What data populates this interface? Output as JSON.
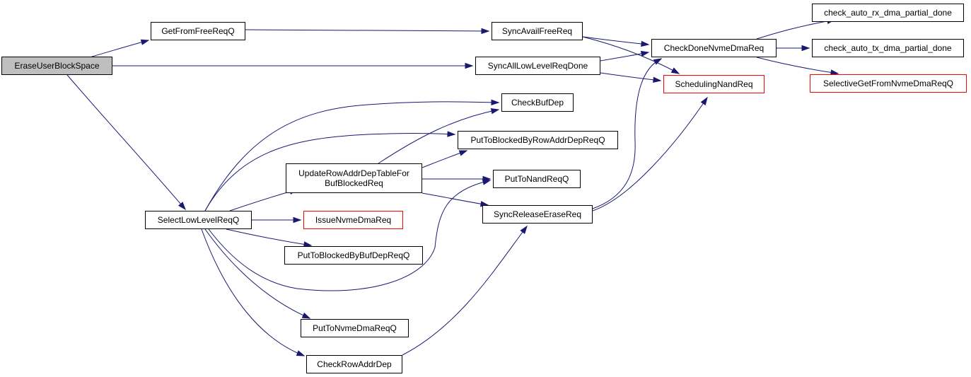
{
  "graph": {
    "edge_color": "#191970",
    "current_node_fill": "#bfbfbf",
    "truncated_node_border": "#ff0000",
    "nodes": {
      "EraseUserBlockSpace": "EraseUserBlockSpace",
      "GetFromFreeReqQ": "GetFromFreeReqQ",
      "SyncAllLowLevelReqDone": "SyncAllLowLevelReqDone",
      "SelectLowLevelReqQ": "SelectLowLevelReqQ",
      "SyncAvailFreeReq": "SyncAvailFreeReq",
      "CheckDoneNvmeDmaReq": "CheckDoneNvmeDmaReq",
      "check_auto_rx_dma_partial_done": "check_auto_rx_dma_partial_done",
      "check_auto_tx_dma_partial_done": "check_auto_tx_dma_partial_done",
      "SelectiveGetFromNvmeDmaReqQ": "SelectiveGetFromNvmeDmaReqQ",
      "SchedulingNandReq": "SchedulingNandReq",
      "CheckBufDep": "CheckBufDep",
      "PutToBlockedByRowAddrDepReqQ": "PutToBlockedByRowAddrDepReqQ",
      "UpdateRowAddrDepTableForBufBlockedReq": [
        "UpdateRowAddrDepTableFor",
        "BufBlockedReq"
      ],
      "PutToNandReqQ": "PutToNandReqQ",
      "SyncReleaseEraseReq": "SyncReleaseEraseReq",
      "IssueNvmeDmaReq": "IssueNvmeDmaReq",
      "PutToBlockedByBufDepReqQ": "PutToBlockedByBufDepReqQ",
      "PutToNvmeDmaReqQ": "PutToNvmeDmaReqQ",
      "CheckRowAddrDep": "CheckRowAddrDep"
    },
    "truncated_nodes": [
      "SelectiveGetFromNvmeDmaReqQ",
      "SchedulingNandReq",
      "IssueNvmeDmaReq"
    ],
    "edges": [
      [
        "EraseUserBlockSpace",
        "GetFromFreeReqQ"
      ],
      [
        "EraseUserBlockSpace",
        "SyncAllLowLevelReqDone"
      ],
      [
        "EraseUserBlockSpace",
        "SelectLowLevelReqQ"
      ],
      [
        "GetFromFreeReqQ",
        "SyncAvailFreeReq"
      ],
      [
        "SyncAvailFreeReq",
        "CheckDoneNvmeDmaReq"
      ],
      [
        "SyncAvailFreeReq",
        "SchedulingNandReq"
      ],
      [
        "SyncAllLowLevelReqDone",
        "CheckDoneNvmeDmaReq"
      ],
      [
        "SyncAllLowLevelReqDone",
        "SchedulingNandReq"
      ],
      [
        "CheckDoneNvmeDmaReq",
        "check_auto_rx_dma_partial_done"
      ],
      [
        "CheckDoneNvmeDmaReq",
        "check_auto_tx_dma_partial_done"
      ],
      [
        "CheckDoneNvmeDmaReq",
        "SelectiveGetFromNvmeDmaReqQ"
      ],
      [
        "SelectLowLevelReqQ",
        "CheckBufDep"
      ],
      [
        "SelectLowLevelReqQ",
        "PutToBlockedByRowAddrDepReqQ"
      ],
      [
        "SelectLowLevelReqQ",
        "UpdateRowAddrDepTableForBufBlockedReq"
      ],
      [
        "SelectLowLevelReqQ",
        "IssueNvmeDmaReq"
      ],
      [
        "SelectLowLevelReqQ",
        "PutToBlockedByBufDepReqQ"
      ],
      [
        "SelectLowLevelReqQ",
        "PutToNandReqQ"
      ],
      [
        "SelectLowLevelReqQ",
        "PutToNvmeDmaReqQ"
      ],
      [
        "SelectLowLevelReqQ",
        "CheckRowAddrDep"
      ],
      [
        "UpdateRowAddrDepTableForBufBlockedReq",
        "CheckBufDep"
      ],
      [
        "UpdateRowAddrDepTableForBufBlockedReq",
        "PutToBlockedByRowAddrDepReqQ"
      ],
      [
        "UpdateRowAddrDepTableForBufBlockedReq",
        "PutToNandReqQ"
      ],
      [
        "UpdateRowAddrDepTableForBufBlockedReq",
        "SyncReleaseEraseReq"
      ],
      [
        "SyncReleaseEraseReq",
        "CheckDoneNvmeDmaReq"
      ],
      [
        "SyncReleaseEraseReq",
        "SchedulingNandReq"
      ],
      [
        "CheckRowAddrDep",
        "SyncReleaseEraseReq"
      ]
    ]
  }
}
